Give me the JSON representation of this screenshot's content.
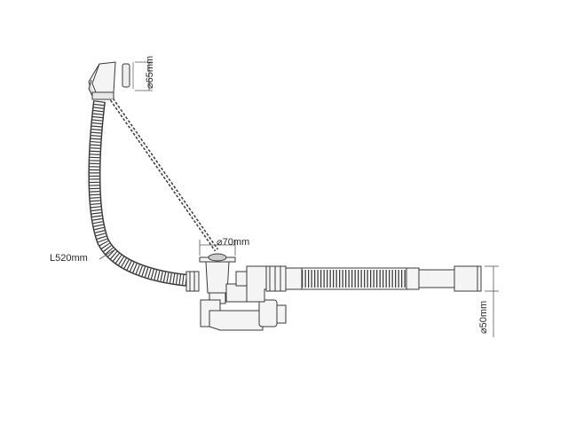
{
  "dimensions": {
    "overflow_diameter": "⌀65mm",
    "hose_length": "L520mm",
    "outlet_diameter": "⌀70mm",
    "pipe_diameter": "⌀50mm"
  },
  "colors": {
    "line": "#3a3a3a",
    "part_fill": "#f4f4f4",
    "shade": "#bdbdbd",
    "dim_line": "#555555"
  }
}
